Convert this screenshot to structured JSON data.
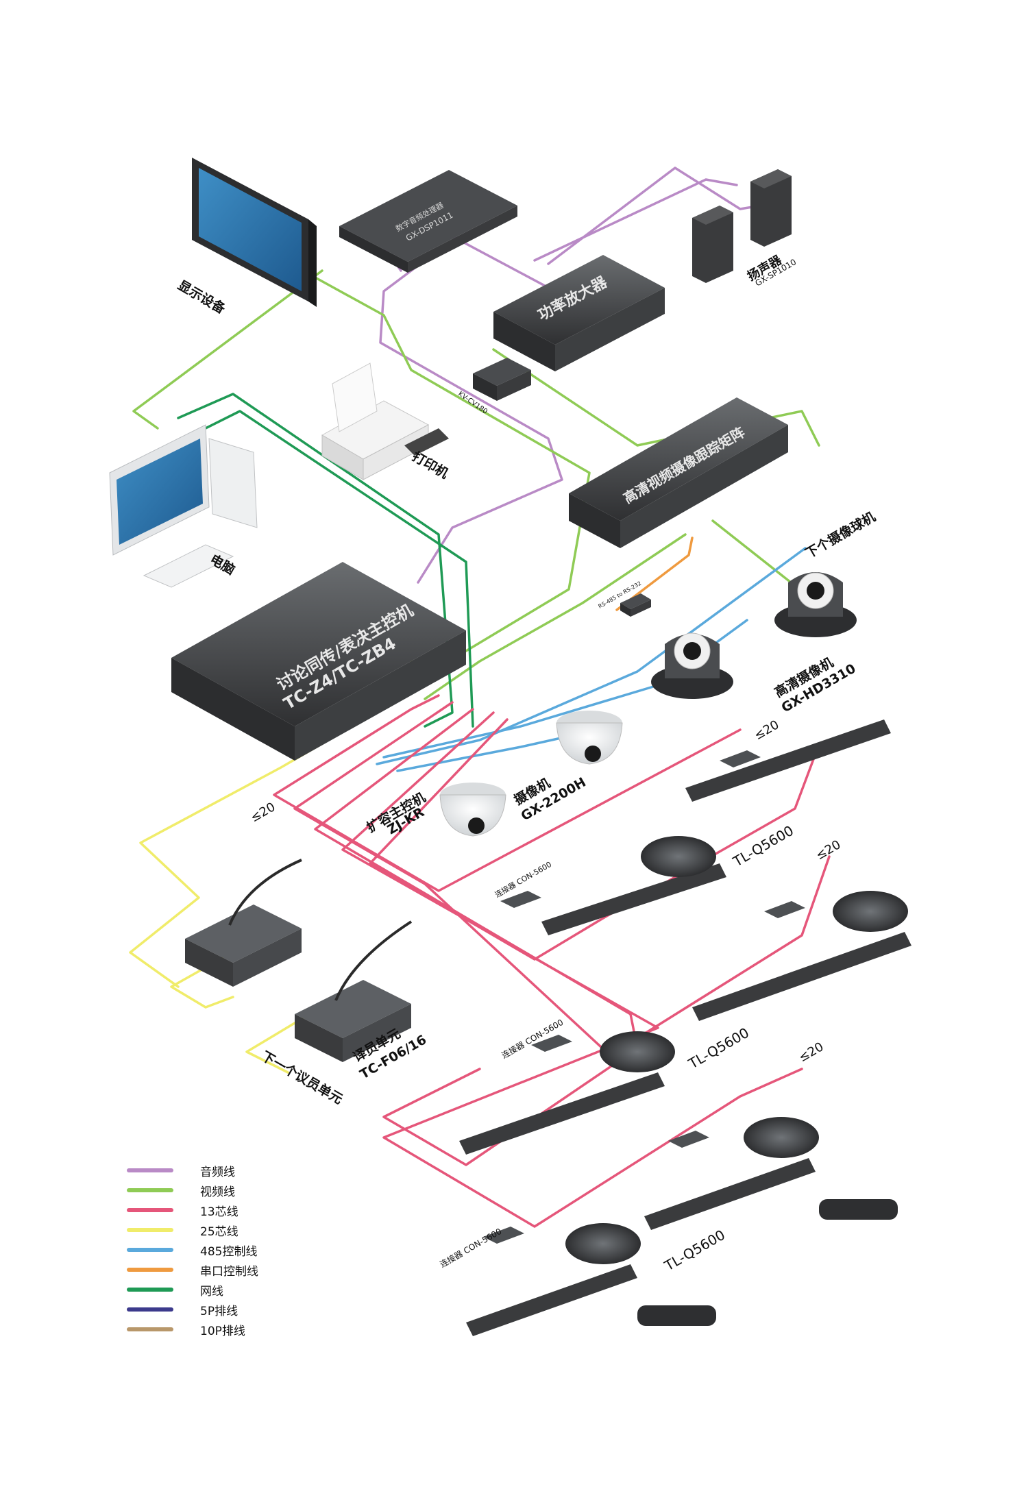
{
  "colors": {
    "audio": "#b98ac6",
    "video": "#8fcb55",
    "core13": "#e5567a",
    "core25": "#f0ec6a",
    "rs485": "#5aa9dc",
    "serial": "#ef9a3f",
    "network": "#1f9a55",
    "p5": "#3c3a8c",
    "p10": "#b8976a",
    "device_dark": "#3c3d3f",
    "device_face": "#55585b"
  },
  "devices": {
    "display": {
      "label": "显示设备",
      "icon": "monitor-icon"
    },
    "dsp": {
      "label": "数字音频处理器",
      "model": "GX-DSP1011"
    },
    "amplifier": {
      "label": "功率放大器"
    },
    "speaker": {
      "label": "扬声器",
      "model": "GX-SP1010"
    },
    "converter_top": {
      "model": "KV-CV180"
    },
    "printer": {
      "label": "打印机",
      "icon": "printer-icon"
    },
    "computer": {
      "label": "电脑",
      "icon": "computer-icon"
    },
    "matrix": {
      "label": "高清视频摄像跟踪矩阵"
    },
    "next_camera": {
      "label": "下个摄像球机"
    },
    "rs_converter": {
      "model": "RS-485 to RS-232"
    },
    "hd_camera": {
      "label": "高清摄像机",
      "model": "GX-HD3310"
    },
    "main_controller": {
      "label": "讨论同传/表决主控机",
      "model": "TC-Z4/TC-ZB4"
    },
    "dome_camera": {
      "label": "摄像机",
      "model": "GX-2200H"
    },
    "expansion_controller": {
      "label": "扩容主控机",
      "model": "ZJ-KR"
    },
    "interpreter_unit": {
      "label": "译员单元",
      "model": "TC-F06/16"
    },
    "next_unit": {
      "label": "下一个议员单元"
    }
  },
  "annotations": {
    "le20_a": "≤20",
    "le20_b": "≤20",
    "le20_c": "≤20",
    "le20_d": "≤20",
    "tl_1": "TL-Q5600",
    "tl_2": "TL-Q5600",
    "tl_3": "TL-Q5600",
    "con_1": "连接器 CON-5600",
    "con_2": "连接器 CON-5600",
    "con_3": "连接器 CON-5600"
  },
  "legend": [
    {
      "label": "音频线",
      "color": "#b98ac6"
    },
    {
      "label": "视频线",
      "color": "#8fcb55"
    },
    {
      "label": "13芯线",
      "color": "#e5567a"
    },
    {
      "label": "25芯线",
      "color": "#f0ec6a"
    },
    {
      "label": "485控制线",
      "color": "#5aa9dc"
    },
    {
      "label": "串口控制线",
      "color": "#ef9a3f"
    },
    {
      "label": "网线",
      "color": "#1f9a55"
    },
    {
      "label": "5P排线",
      "color": "#3c3a8c"
    },
    {
      "label": "10P排线",
      "color": "#b8976a"
    }
  ]
}
